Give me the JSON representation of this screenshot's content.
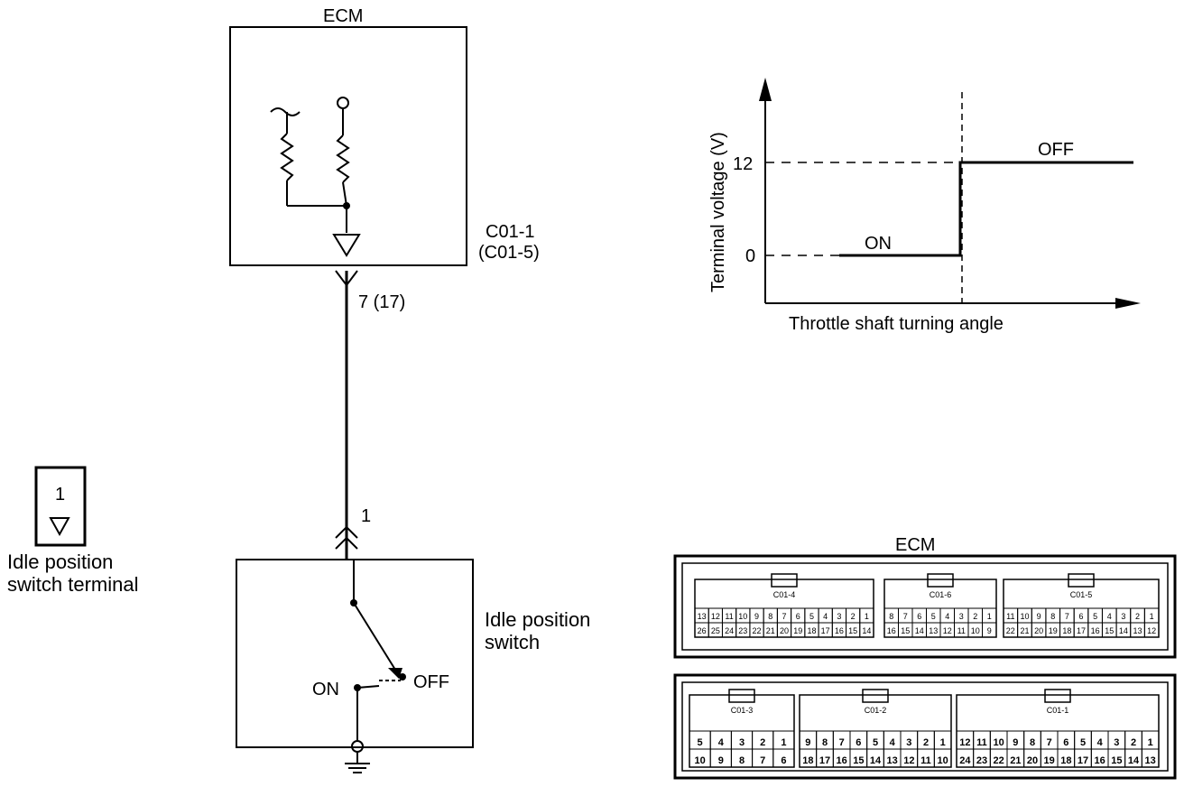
{
  "ecm_label": "ECM",
  "connector_label_main": "C01-1",
  "connector_label_alt": "(C01-5)",
  "ecm_pin_label": "7 (17)",
  "switch_pin_label": "1",
  "switch_name_line1": "Idle position",
  "switch_name_line2": "switch",
  "switch_on_label": "ON",
  "switch_off_label": "OFF",
  "terminal_box_number": "1",
  "terminal_caption_line1": "Idle position",
  "terminal_caption_line2": "switch terminal",
  "graph": {
    "ylabel": "Terminal voltage (V)",
    "xlabel": "Throttle shaft turning angle",
    "tick_12": "12",
    "tick_0": "0",
    "on_label": "ON",
    "off_label": "OFF"
  },
  "ecm_connectors": {
    "title": "ECM",
    "top": [
      {
        "name": "C01-4",
        "row1": [
          "13",
          "12",
          "11",
          "10",
          "9",
          "8",
          "7",
          "6",
          "5",
          "4",
          "3",
          "2",
          "1"
        ],
        "row2": [
          "26",
          "25",
          "24",
          "23",
          "22",
          "21",
          "20",
          "19",
          "18",
          "17",
          "16",
          "15",
          "14"
        ]
      },
      {
        "name": "C01-6",
        "row1": [
          "8",
          "7",
          "6",
          "5",
          "4",
          "3",
          "2",
          "1"
        ],
        "row2": [
          "16",
          "15",
          "14",
          "13",
          "12",
          "11",
          "10",
          "9"
        ]
      },
      {
        "name": "C01-5",
        "row1": [
          "11",
          "10",
          "9",
          "8",
          "7",
          "6",
          "5",
          "4",
          "3",
          "2",
          "1"
        ],
        "row2": [
          "22",
          "21",
          "20",
          "19",
          "18",
          "17",
          "16",
          "15",
          "14",
          "13",
          "12"
        ]
      }
    ],
    "bottom": [
      {
        "name": "C01-3",
        "row1": [
          "5",
          "4",
          "3",
          "2",
          "1"
        ],
        "row2": [
          "10",
          "9",
          "8",
          "7",
          "6"
        ]
      },
      {
        "name": "C01-2",
        "row1": [
          "9",
          "8",
          "7",
          "6",
          "5",
          "4",
          "3",
          "2",
          "1"
        ],
        "row2": [
          "18",
          "17",
          "16",
          "15",
          "14",
          "13",
          "12",
          "11",
          "10"
        ]
      },
      {
        "name": "C01-1",
        "row1": [
          "12",
          "11",
          "10",
          "9",
          "8",
          "7",
          "6",
          "5",
          "4",
          "3",
          "2",
          "1"
        ],
        "row2": [
          "24",
          "23",
          "22",
          "21",
          "20",
          "19",
          "18",
          "17",
          "16",
          "15",
          "14",
          "13"
        ]
      }
    ]
  }
}
